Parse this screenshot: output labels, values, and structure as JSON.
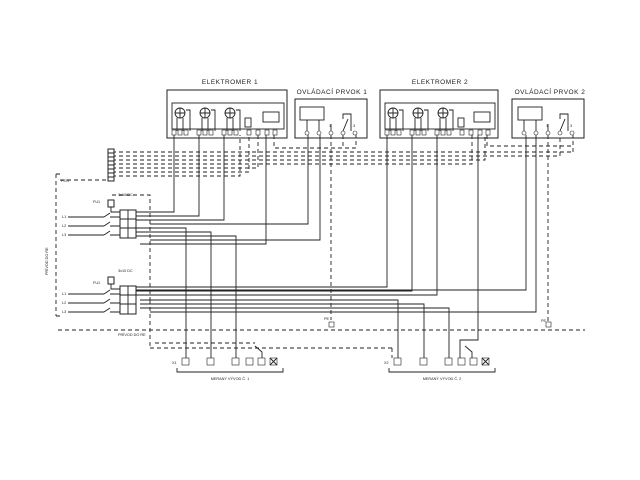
{
  "meters": [
    {
      "title": "ELEKTROMER 1"
    },
    {
      "title": "ELEKTROMER 2"
    }
  ],
  "controls": [
    {
      "title": "OVLÁDACÍ PRVOK 1"
    },
    {
      "title": "OVLÁDACÍ PRVOK 2"
    }
  ],
  "outlets": [
    {
      "label": "MERANÝ VÝVOD Č. 1",
      "tag": "X1"
    },
    {
      "label": "MERANÝ VÝVOD Č. 2",
      "tag": "X2"
    }
  ],
  "feed": {
    "label": "PRÍVOD DO RE",
    "pen": "PEN",
    "phases": [
      "L1",
      "L2",
      "L3"
    ],
    "fuse_tag": "FU1",
    "fuse_rating": "3x10 DC",
    "boundary_label": "PRÍVOD DO RE"
  },
  "terminal_labels": [
    "PE",
    "PE"
  ]
}
